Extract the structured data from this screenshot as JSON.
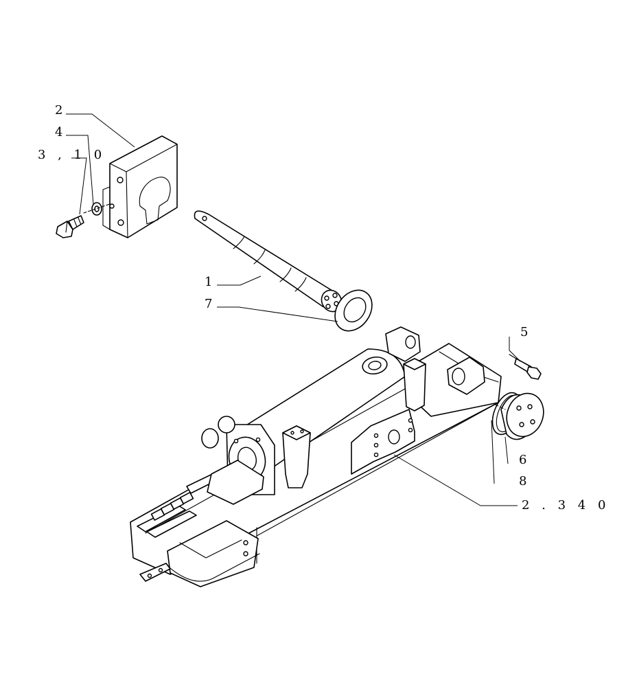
{
  "callouts": {
    "c2": "2",
    "c4": "4",
    "c3_10": "3 , 1 0",
    "c1": "1",
    "c7": "7",
    "c5": "5",
    "c6": "6",
    "c8": "8",
    "c2_340": "2 . 3 4 0"
  },
  "colors": {
    "line": "#000000",
    "background": "#ffffff"
  }
}
